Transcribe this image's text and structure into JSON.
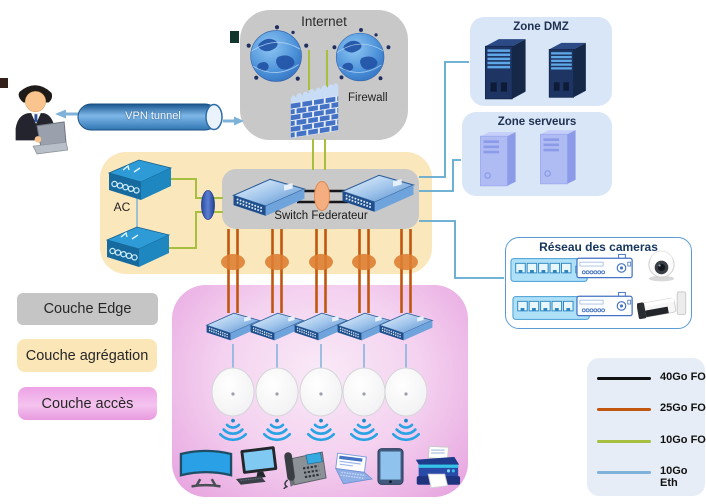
{
  "internet": {
    "label": "Internet",
    "firewall_label": "Firewall"
  },
  "vpn": {
    "label": "VPN tunnel"
  },
  "ac": {
    "label": "AC"
  },
  "federateur": {
    "label": "Switch Federateur"
  },
  "zones": {
    "dmz_title": "Zone DMZ",
    "servers_title": "Zone serveurs",
    "cameras_title": "Réseau des cameras"
  },
  "layers": [
    {
      "label": "Couche Edge"
    },
    {
      "label": "Couche agrégation"
    },
    {
      "label": "Couche accès"
    }
  ],
  "legend": {
    "items": [
      {
        "label": "40Go FO",
        "color": "#111111"
      },
      {
        "label": "25Go FO",
        "color": "#c1560e"
      },
      {
        "label": "10Go FO",
        "color": "#a6bf3e"
      },
      {
        "label": "10Go Eth",
        "color": "#7fb2d9"
      }
    ]
  },
  "colors": {
    "fo40_black": "#111111",
    "fo25_orange": "#c1560e",
    "fo10_green": "#a6bf3e",
    "eth10_blue": "#7fb2d9",
    "zone_connector_blue": "#5fa8ce",
    "aggregation_cream": "#fbe7bc",
    "access_pink": "#e6a0de",
    "edge_gray": "#c8c8c8",
    "zone_fill": "#d9e6f7"
  }
}
